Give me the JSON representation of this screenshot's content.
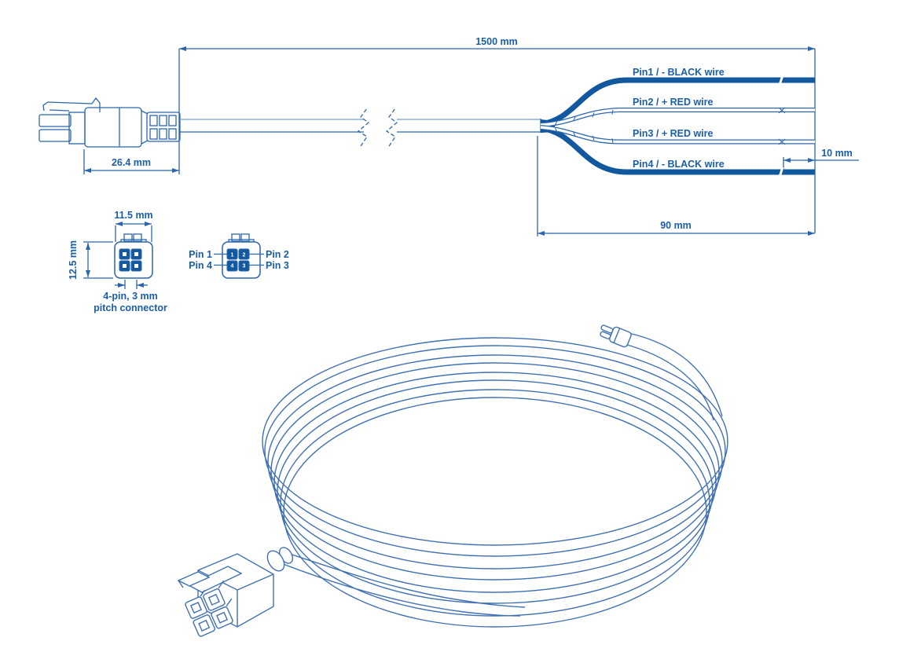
{
  "colors": {
    "diagram_line": "#2b66ad",
    "wire_fill": "#11589e",
    "text_blue": "#1b5ea8",
    "cable_top_edge": "#6f9fd0",
    "illustration_line": "#3f70b2",
    "background": "#ffffff"
  },
  "top_view": {
    "overall_length": "1500 mm",
    "connector_length": "26.4 mm",
    "strip_length": "10 mm",
    "fanout_length": "90 mm",
    "wires": [
      "Pin1 / - BLACK wire",
      "Pin2 / + RED wire",
      "Pin3 / + RED wire",
      "Pin4 / - BLACK wire"
    ]
  },
  "front_view": {
    "width": "11.5 mm",
    "height": "12.5 mm",
    "pitch_note_line1": "4-pin, 3 mm",
    "pitch_note_line2": "pitch connector",
    "pins": {
      "pin1": "Pin 1",
      "pin2": "Pin 2",
      "pin3": "Pin 3",
      "pin4": "Pin 4"
    },
    "socket_numbers": [
      "1",
      "2",
      "4",
      "3"
    ]
  }
}
